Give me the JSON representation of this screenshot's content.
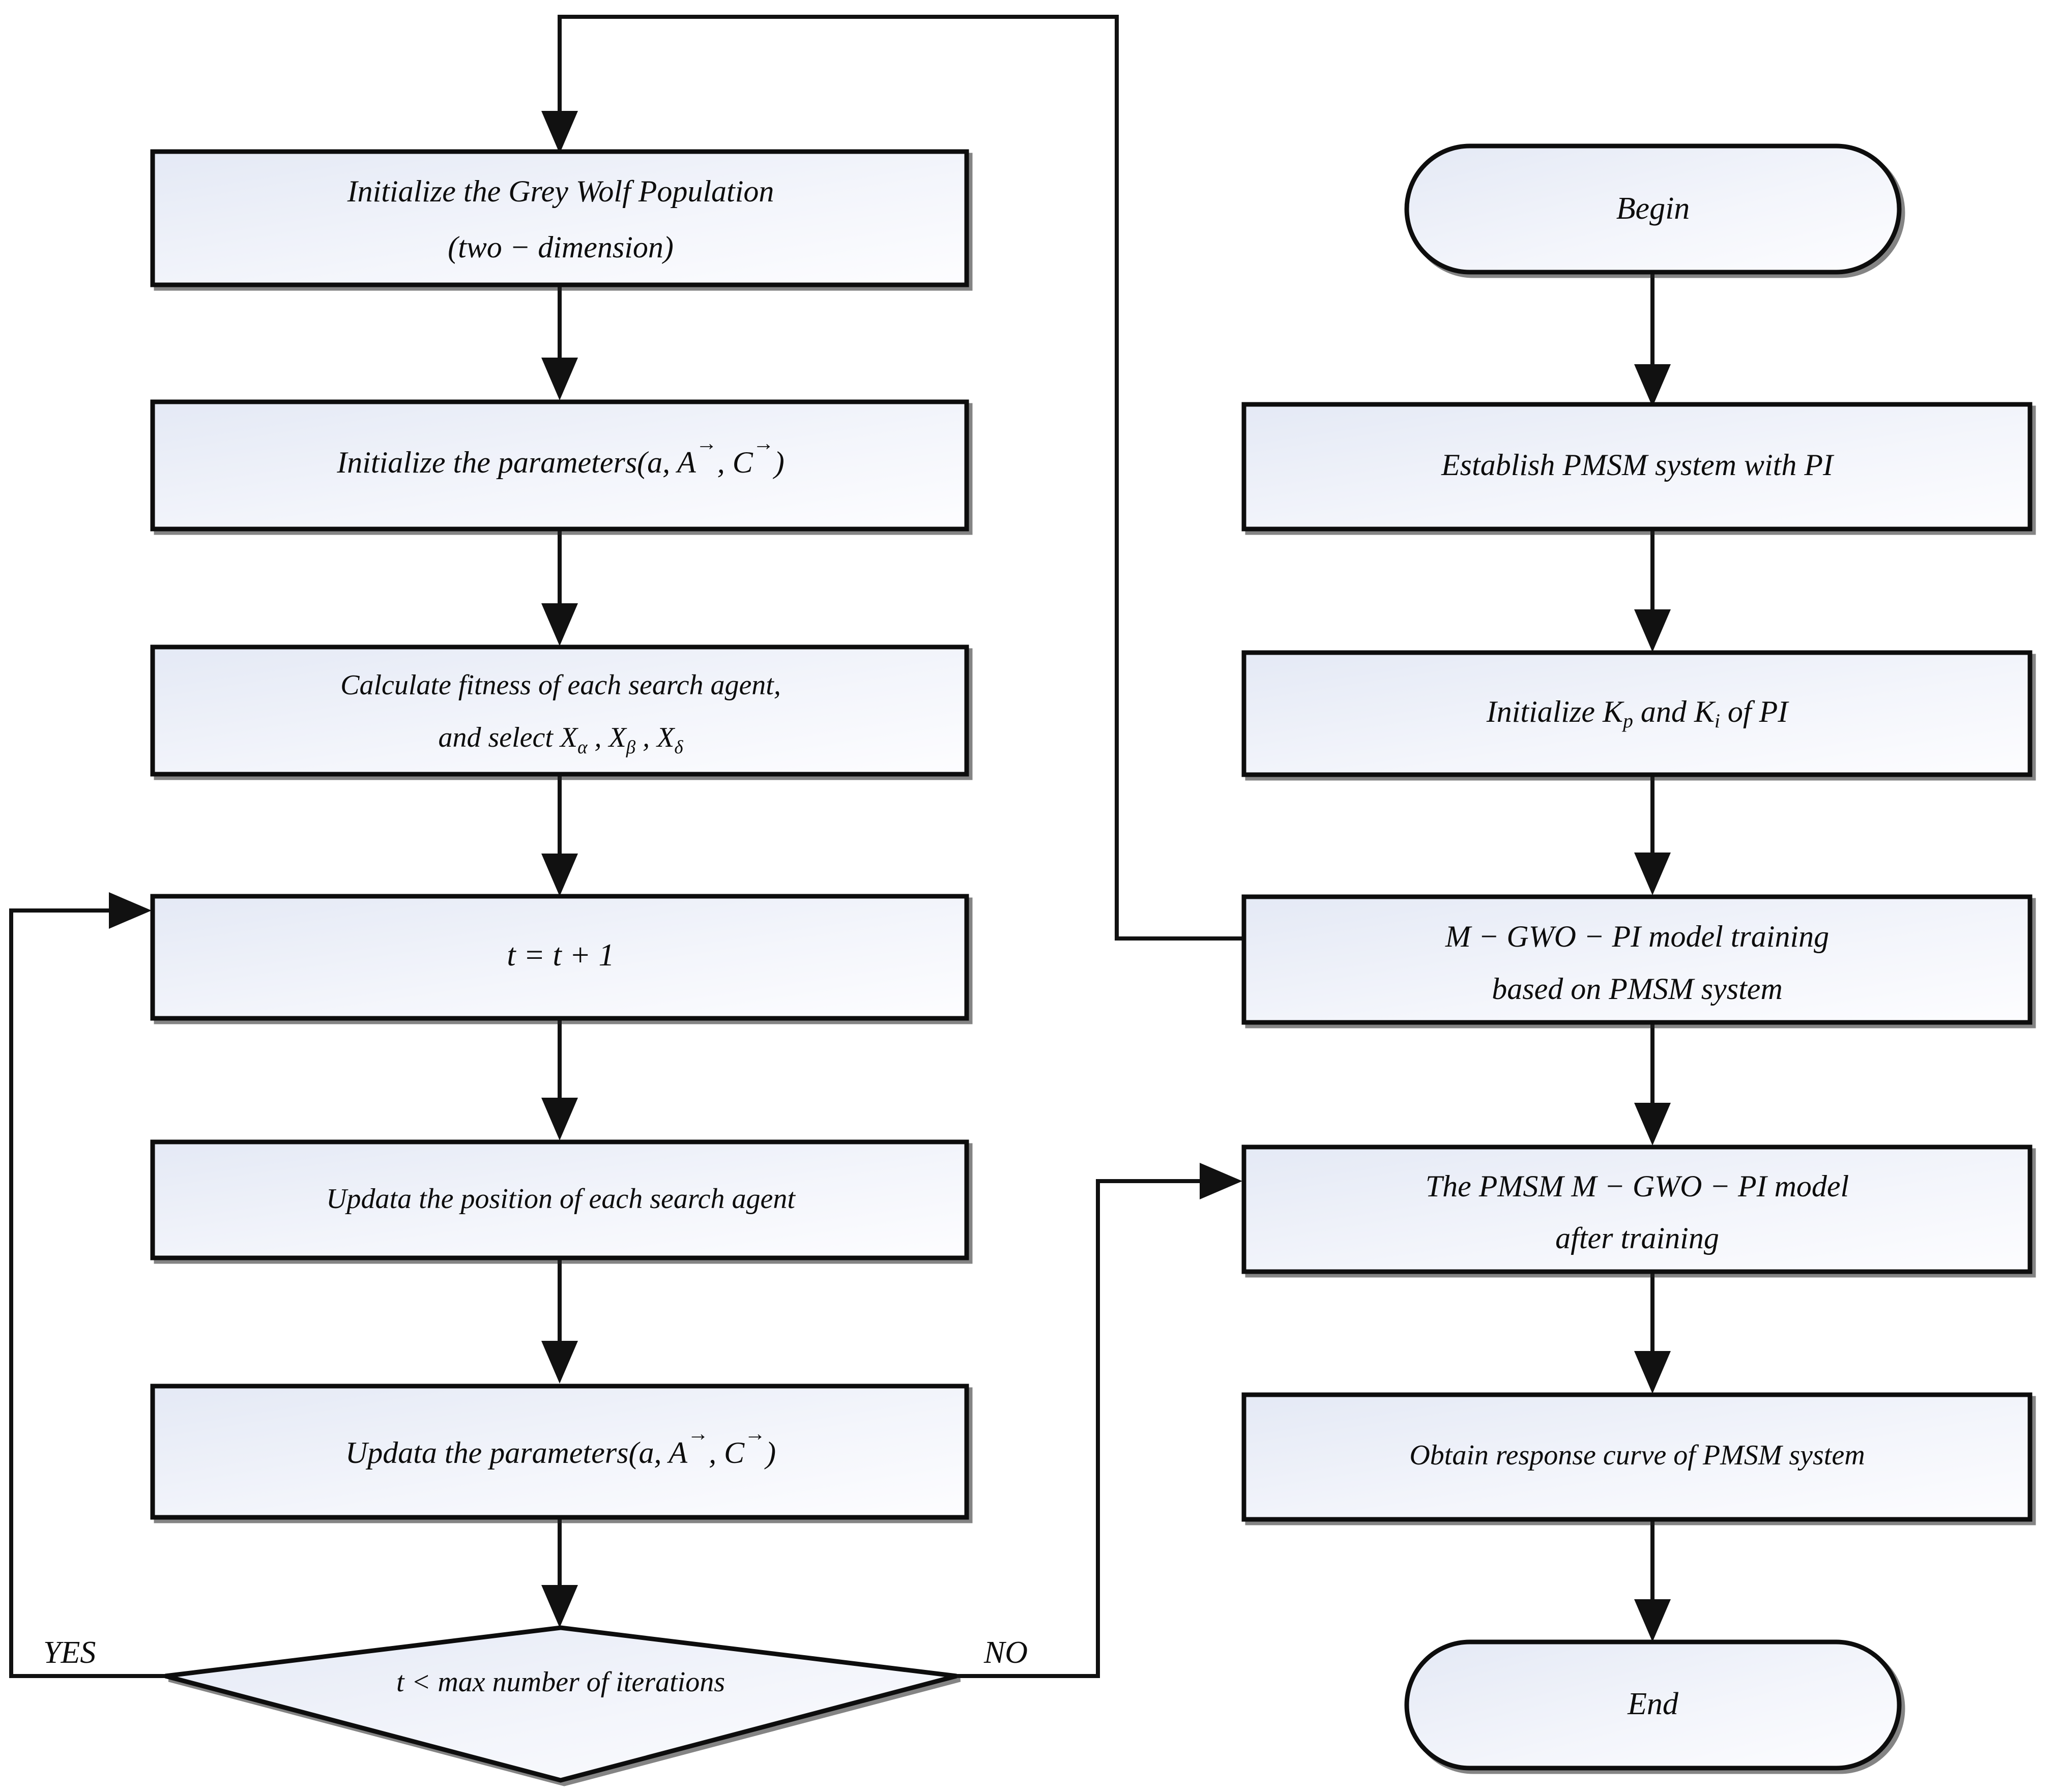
{
  "diagram": {
    "title": "M-GWO-PI PMSM control flowchart",
    "colors": {
      "stroke": "#111111",
      "fill_start": "#e6eaf5",
      "fill_end": "#fcfdff",
      "text": "#0d0d0d",
      "background": "#ffffff"
    },
    "nodes": {
      "begin": {
        "label": "Begin",
        "shape": "terminator"
      },
      "establish": {
        "label": "Establish PMSM system with PI",
        "shape": "process"
      },
      "init_gains": {
        "label_pre": "Initialize K",
        "sub1": "p",
        "label_mid": " and K",
        "sub2": "i",
        "label_post": " of PI",
        "shape": "process"
      },
      "train": {
        "line1": "M − GWO − PI model training",
        "line2": "based on PMSM system",
        "shape": "process"
      },
      "trained_model": {
        "line1": "The PMSM M − GWO − PI model",
        "line2": "after training",
        "shape": "process"
      },
      "response": {
        "label": "Obtain response curve of PMSM system",
        "shape": "process"
      },
      "end": {
        "label": "End",
        "shape": "terminator"
      },
      "init_pop": {
        "line1": "Initialize the Grey Wolf Population",
        "line2": "(two − dimension)",
        "shape": "process"
      },
      "init_params": {
        "label_pre": "Initialize the parameters(a, ",
        "vec1": "A",
        "label_mid": ", ",
        "vec2": "C",
        "label_post": ")",
        "shape": "process"
      },
      "fitness": {
        "line1": "Calculate fitness of each search agent,",
        "line2_pre": "and select X",
        "sub1": "α",
        "line2_mid1": " , X",
        "sub2": "β",
        "line2_mid2": " , X",
        "sub3": "δ",
        "shape": "process"
      },
      "increment": {
        "label": "t = t + 1",
        "shape": "process"
      },
      "update_pos": {
        "label": "Updata the position of each search agent",
        "shape": "process"
      },
      "update_params": {
        "label_pre": "Updata the parameters(a, ",
        "vec1": "A",
        "label_mid": ", ",
        "vec2": "C",
        "label_post": ")",
        "shape": "process"
      },
      "decision": {
        "label": "t < max number of iterations",
        "shape": "decision"
      }
    },
    "branch_labels": {
      "yes": "YES",
      "no": "NO"
    },
    "edges": [
      {
        "from": "begin",
        "to": "establish",
        "label": ""
      },
      {
        "from": "establish",
        "to": "init_gains",
        "label": ""
      },
      {
        "from": "init_gains",
        "to": "train",
        "label": ""
      },
      {
        "from": "train",
        "to": "trained_model",
        "label": ""
      },
      {
        "from": "trained_model",
        "to": "response",
        "label": ""
      },
      {
        "from": "response",
        "to": "end",
        "label": ""
      },
      {
        "from": "train",
        "to": "init_pop",
        "label": ""
      },
      {
        "from": "init_pop",
        "to": "init_params",
        "label": ""
      },
      {
        "from": "init_params",
        "to": "fitness",
        "label": ""
      },
      {
        "from": "fitness",
        "to": "increment",
        "label": ""
      },
      {
        "from": "increment",
        "to": "update_pos",
        "label": ""
      },
      {
        "from": "update_pos",
        "to": "update_params",
        "label": ""
      },
      {
        "from": "update_params",
        "to": "decision",
        "label": ""
      },
      {
        "from": "decision",
        "to": "increment",
        "label": "YES"
      },
      {
        "from": "decision",
        "to": "trained_model",
        "label": "NO"
      }
    ]
  }
}
